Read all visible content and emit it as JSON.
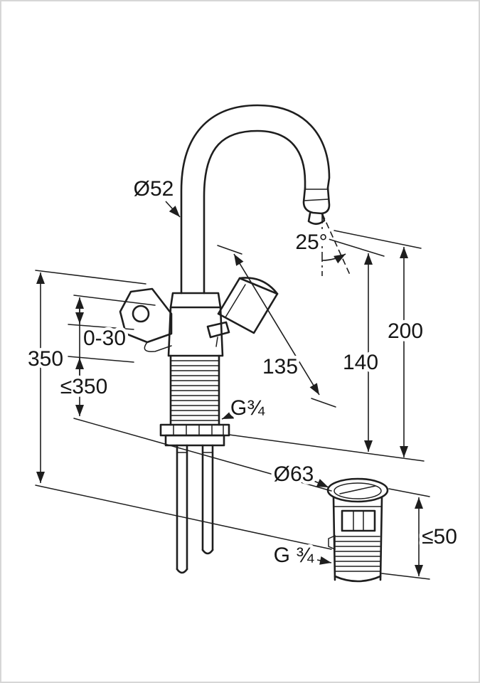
{
  "meta": {
    "description": "Technical line drawing of a two-handle basin mixer tap with swan-neck spout, threaded shank, supply tails and separate pop-up waste, annotated with installation dimensions",
    "background_color": "#ffffff",
    "line_color": "#1e1e1e",
    "frame_color": "#d6d6d6"
  },
  "labels": {
    "spout_tube_diameter": "Ø52",
    "outlet_angle": "25°",
    "deck_thickness_range": "0-30",
    "supply_tail_length": "350",
    "max_supply_length": "≤350",
    "spout_reach": "135",
    "outlet_height": "140",
    "overall_height": "200",
    "shank_thread": "G¾",
    "waste_flange_diameter": "Ø63",
    "waste_deck_thickness": "≤50",
    "waste_thread": "G ¾"
  }
}
